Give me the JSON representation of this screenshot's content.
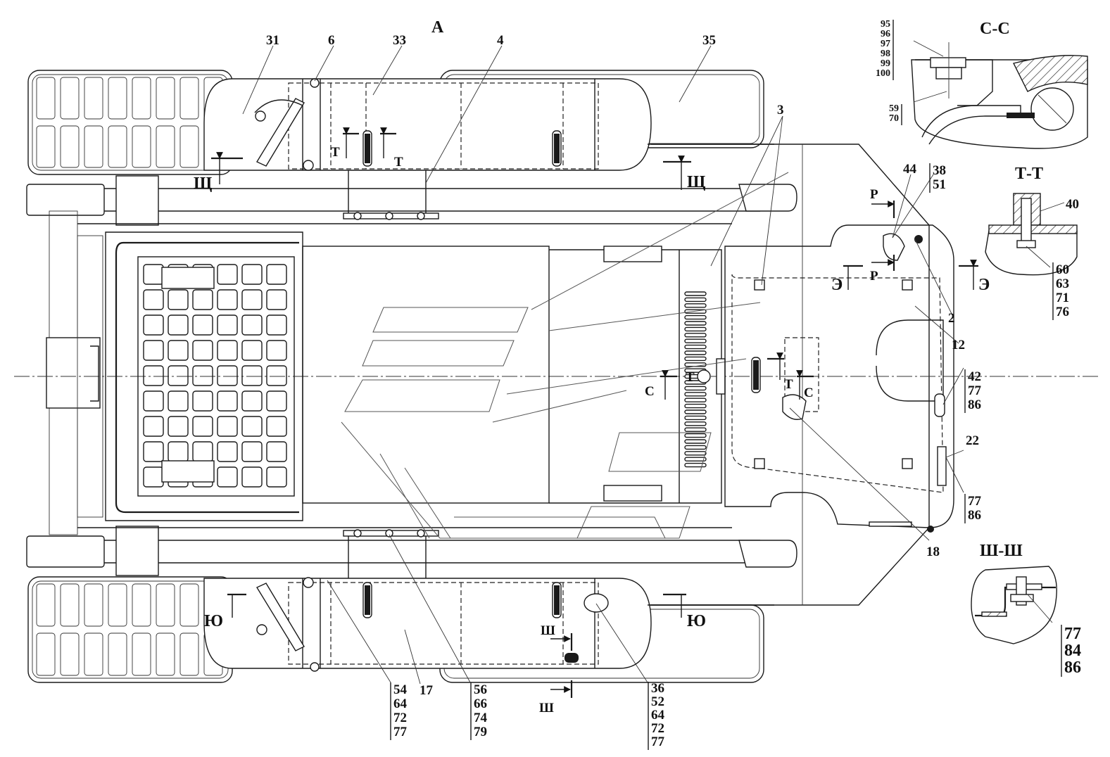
{
  "view_label": "А",
  "section_titles": {
    "c": "С-С",
    "t": "Т-Т",
    "sh": "Ш-Ш"
  },
  "part_labels": {
    "p31": "31",
    "p6": "6",
    "p33": "33",
    "p4": "4",
    "p35": "35",
    "p3": "3",
    "p44": "44",
    "p2": "2",
    "p12": "12",
    "p22": "22",
    "p18": "18",
    "p17": "17",
    "p40": "40"
  },
  "part_stacks": {
    "s38": [
      "38",
      "51"
    ],
    "s42": [
      "42",
      "77",
      "86"
    ],
    "s77": [
      "77",
      "86"
    ],
    "s54": [
      "54",
      "64",
      "72",
      "77"
    ],
    "s56": [
      "56",
      "66",
      "74",
      "79"
    ],
    "s36": [
      "36",
      "52",
      "64",
      "72",
      "77"
    ],
    "cc_top": [
      "95",
      "96",
      "97",
      "98",
      "99",
      "100"
    ],
    "cc_bot": [
      "59",
      "70"
    ],
    "tt": [
      "60",
      "63",
      "71",
      "76"
    ],
    "shsh": [
      "77",
      "84",
      "86"
    ]
  },
  "cut_marks": {
    "shch": "Щ",
    "t": "Т",
    "r": "Р",
    "e": "Э",
    "c": "С",
    "yu": "Ю",
    "sh": "Ш"
  }
}
